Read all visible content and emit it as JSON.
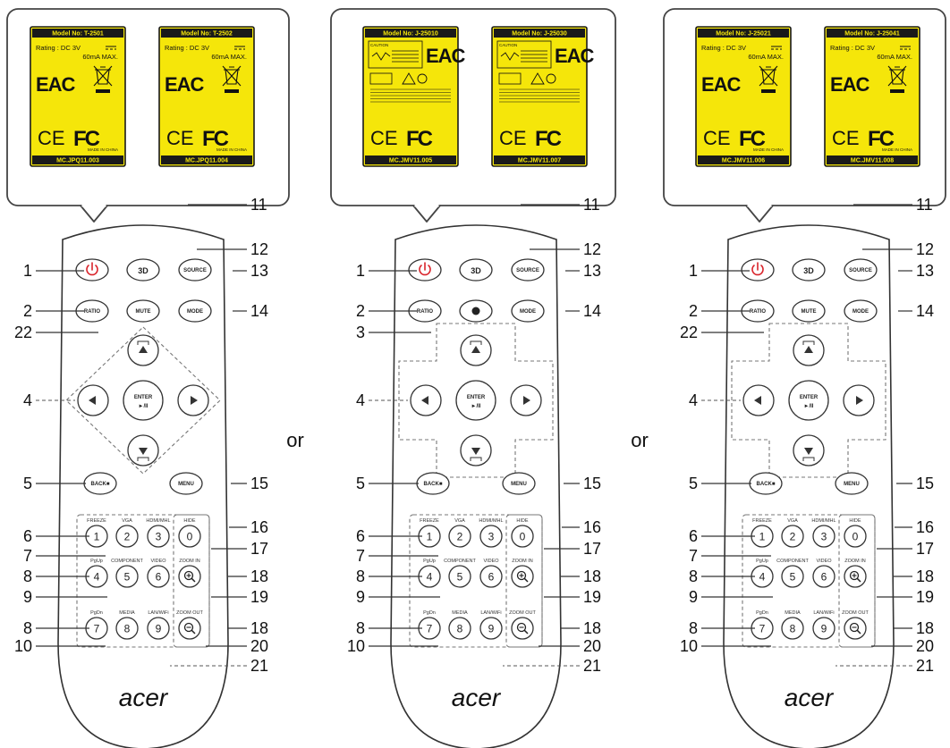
{
  "separator_label": "or",
  "brand": "acer",
  "remotes": [
    {
      "variant": "A",
      "labels": [
        {
          "model": "Model No: T-2501",
          "rating1": "Rating : DC 3V",
          "rating2": "60mA MAX.",
          "made": "MADE IN CHINA",
          "code": "MC.JPQ11.003",
          "caution": false
        },
        {
          "model": "Model No: T-2502",
          "rating1": "Rating : DC 3V",
          "rating2": "60mA MAX.",
          "made": "MADE IN CHINA",
          "code": "MC.JPQ11.004",
          "caution": false
        }
      ],
      "buttons": {
        "btn3d": "3D",
        "source": "SOURCE",
        "ratio": "RATIO",
        "mid": "MUTE",
        "mode": "MODE",
        "enter": "ENTER",
        "enter_sub": "►/II",
        "back": "BACK■",
        "menu": "MENU"
      },
      "keypad": [
        {
          "num": "1",
          "above": "FREEZE"
        },
        {
          "num": "2",
          "above": "VGA"
        },
        {
          "num": "3",
          "above": "HDMI/MHL"
        },
        {
          "num": "0",
          "above": "HIDE"
        },
        {
          "num": "4",
          "above": "PgUp"
        },
        {
          "num": "5",
          "above": "COMPONENT"
        },
        {
          "num": "6",
          "above": "VIDEO"
        },
        {
          "num": "zoom_in",
          "above": "ZOOM IN"
        },
        {
          "num": "7",
          "above": "PgDn"
        },
        {
          "num": "8",
          "above": "MEDIA"
        },
        {
          "num": "9",
          "above": "LAN/WiFi"
        },
        {
          "num": "zoom_out",
          "above": "ZOOM OUT"
        }
      ],
      "callouts": {
        "left": [
          "1",
          "2",
          "22",
          "4",
          "5",
          "6",
          "7",
          "8",
          "9",
          "8",
          "10"
        ],
        "right": [
          "11",
          "12",
          "13",
          "14",
          "15",
          "16",
          "17",
          "18",
          "19",
          "18",
          "20",
          "21"
        ]
      }
    },
    {
      "variant": "B",
      "labels": [
        {
          "model": "Model No: J-25010",
          "rating1": "CAUTION",
          "rating2": "",
          "made": "",
          "code": "MC.JMV11.005",
          "caution": true
        },
        {
          "model": "Model No: J-25030",
          "rating1": "CAUTION",
          "rating2": "",
          "made": "",
          "code": "MC.JMV11.007",
          "caution": true
        }
      ],
      "buttons": {
        "btn3d": "3D",
        "source": "SOURCE",
        "ratio": "RATIO",
        "mid": "",
        "mode": "MODE",
        "enter": "ENTER",
        "enter_sub": "►/II",
        "back": "BACK■",
        "menu": "MENU"
      },
      "keypad": [
        {
          "num": "1",
          "above": "FREEZE"
        },
        {
          "num": "2",
          "above": "VGA"
        },
        {
          "num": "3",
          "above": "HDMI/MHL"
        },
        {
          "num": "0",
          "above": "HIDE"
        },
        {
          "num": "4",
          "above": "PgUp"
        },
        {
          "num": "5",
          "above": "COMPONENT"
        },
        {
          "num": "6",
          "above": "VIDEO"
        },
        {
          "num": "zoom_in",
          "above": "ZOOM IN"
        },
        {
          "num": "7",
          "above": "PgDn"
        },
        {
          "num": "8",
          "above": "MEDIA"
        },
        {
          "num": "9",
          "above": "LAN/WiFi"
        },
        {
          "num": "zoom_out",
          "above": "ZOOM OUT"
        }
      ],
      "callouts": {
        "left": [
          "1",
          "2",
          "3",
          "4",
          "5",
          "6",
          "7",
          "8",
          "9",
          "8",
          "10"
        ],
        "right": [
          "11",
          "12",
          "13",
          "14",
          "15",
          "16",
          "17",
          "18",
          "19",
          "18",
          "20",
          "21"
        ]
      }
    },
    {
      "variant": "C",
      "labels": [
        {
          "model": "Model No: J-25021",
          "rating1": "Rating : DC 3V",
          "rating2": "60mA MAX.",
          "made": "MADE IN CHINA",
          "code": "MC.JMV11.006",
          "caution": false
        },
        {
          "model": "Model No: J-25041",
          "rating1": "Rating : DC 3V",
          "rating2": "60mA MAX.",
          "made": "MADE IN CHINA",
          "code": "MC.JMV11.008",
          "caution": false
        }
      ],
      "buttons": {
        "btn3d": "3D",
        "source": "SOURCE",
        "ratio": "RATIO",
        "mid": "MUTE",
        "mode": "MODE",
        "enter": "ENTER",
        "enter_sub": "►/II",
        "back": "BACK■",
        "menu": "MENU"
      },
      "keypad": [
        {
          "num": "1",
          "above": "FREEZE"
        },
        {
          "num": "2",
          "above": "VGA"
        },
        {
          "num": "3",
          "above": "HDMI/MHL"
        },
        {
          "num": "0",
          "above": "HIDE"
        },
        {
          "num": "4",
          "above": "PgUp"
        },
        {
          "num": "5",
          "above": "COMPONENT"
        },
        {
          "num": "6",
          "above": "VIDEO"
        },
        {
          "num": "zoom_in",
          "above": "ZOOM IN"
        },
        {
          "num": "7",
          "above": "PgDn"
        },
        {
          "num": "8",
          "above": "MEDIA"
        },
        {
          "num": "9",
          "above": "LAN/WiFi"
        },
        {
          "num": "zoom_out",
          "above": "ZOOM OUT"
        }
      ],
      "callouts": {
        "left": [
          "1",
          "2",
          "22",
          "4",
          "5",
          "6",
          "7",
          "8",
          "9",
          "8",
          "10"
        ],
        "right": [
          "11",
          "12",
          "13",
          "14",
          "15",
          "16",
          "17",
          "18",
          "19",
          "18",
          "20",
          "21"
        ]
      }
    }
  ]
}
